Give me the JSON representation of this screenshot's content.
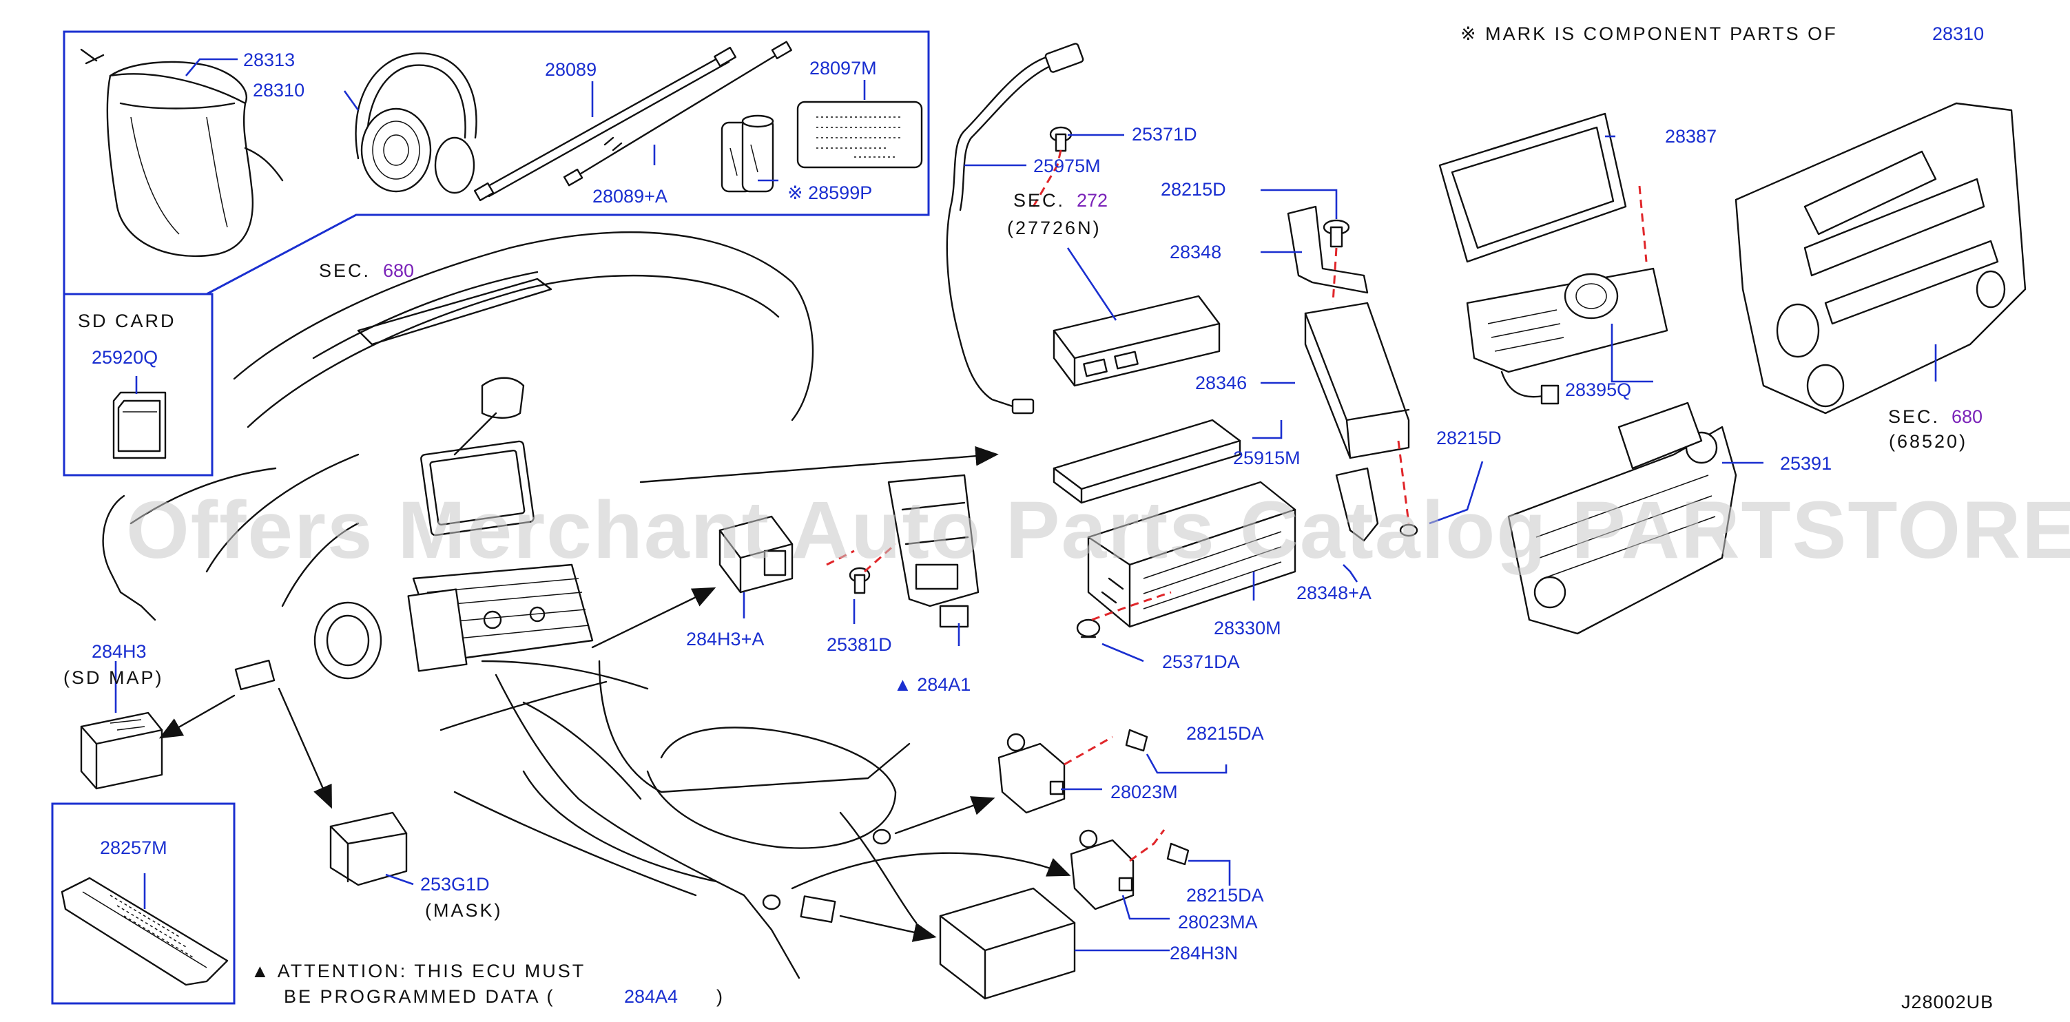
{
  "watermark": "Offers Merchant Auto Parts Catalog PARTSTORE.SA",
  "diagram_code": "J28002UB",
  "mark_note": {
    "text": "※ MARK IS COMPONENT PARTS OF",
    "part": "28310"
  },
  "attention_note": {
    "line1": "▲ ATTENTION: THIS ECU MUST",
    "line2_prefix": "BE PROGRAMMED DATA (",
    "part": "284A4",
    "line2_suffix": ")"
  },
  "sd_card": {
    "label": "SD CARD",
    "part": "25920Q"
  },
  "sections": [
    {
      "prefix": "SEC.",
      "number": "680"
    },
    {
      "prefix": "SEC.",
      "number": "272",
      "ref": "(27726N)"
    },
    {
      "prefix": "SEC.",
      "number": "680",
      "ref": "(68520)"
    }
  ],
  "parts": {
    "p28313": "28313",
    "p28310": "28310",
    "p28089": "28089",
    "p28089a": "28089+A",
    "p28097m": "28097M",
    "p28599p": "※ 28599P",
    "p25975m": "25975M",
    "p25371d": "25371D",
    "p28215d_top": "28215D",
    "p28348": "28348",
    "p28346": "28346",
    "p28387": "28387",
    "p28395q": "28395Q",
    "p25915m": "25915M",
    "p28215d_mid": "28215D",
    "p25391": "25391",
    "p28348a": "28348+A",
    "p28330m": "28330M",
    "p25371da": "25371DA",
    "p284h3a": "284H3+A",
    "p25381d": "25381D",
    "p284a1": "▲ 284A1",
    "p284h3": "284H3",
    "p284h3_note": "(SD MAP)",
    "p253g1d": "253G1D",
    "p253g1d_note": "(MASK)",
    "p28257m": "28257M",
    "p28215da_1": "28215DA",
    "p28023m": "28023M",
    "p28215da_2": "28215DA",
    "p28023ma": "28023MA",
    "p284h3n": "284H3N"
  }
}
